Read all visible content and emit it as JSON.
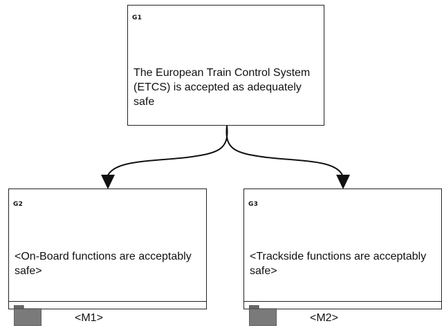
{
  "nodes": {
    "g1": {
      "id": "G1",
      "text": "The European Train Control System (ETCS) is accepted as adequately safe"
    },
    "g2": {
      "id": "G2",
      "text": "<On-Board functions are acceptably safe>",
      "module": "<M1>",
      "module_icon": "folder-icon"
    },
    "g3": {
      "id": "G3",
      "text": "<Trackside functions are acceptably safe>",
      "module": "<M2>",
      "module_icon": "folder-icon"
    }
  },
  "connectors": [
    {
      "from": "G1",
      "to": "G2",
      "style": "solid-arrow"
    },
    {
      "from": "G1",
      "to": "G3",
      "style": "solid-arrow"
    }
  ]
}
